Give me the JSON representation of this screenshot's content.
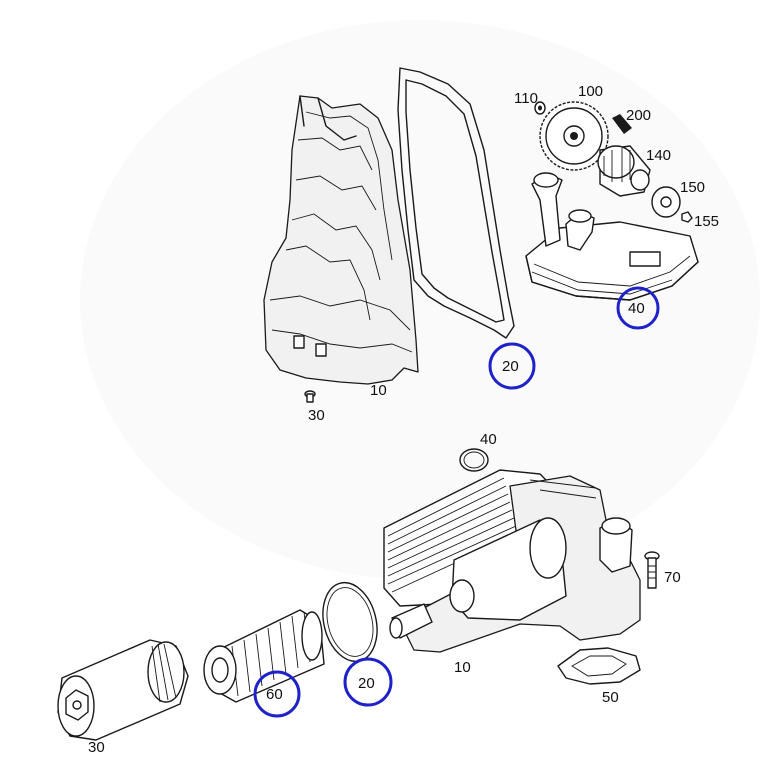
{
  "labels": {
    "top_110": "110",
    "top_100": "100",
    "top_200": "200",
    "top_140": "140",
    "top_150": "150",
    "top_155": "155",
    "top_40": "40",
    "top_20": "20",
    "top_10": "10",
    "top_30": "30",
    "bot_40": "40",
    "bot_70": "70",
    "bot_10": "10",
    "bot_50": "50",
    "bot_20": "20",
    "bot_60": "60",
    "bot_30": "30"
  },
  "highlight_color": "#1e22c8"
}
